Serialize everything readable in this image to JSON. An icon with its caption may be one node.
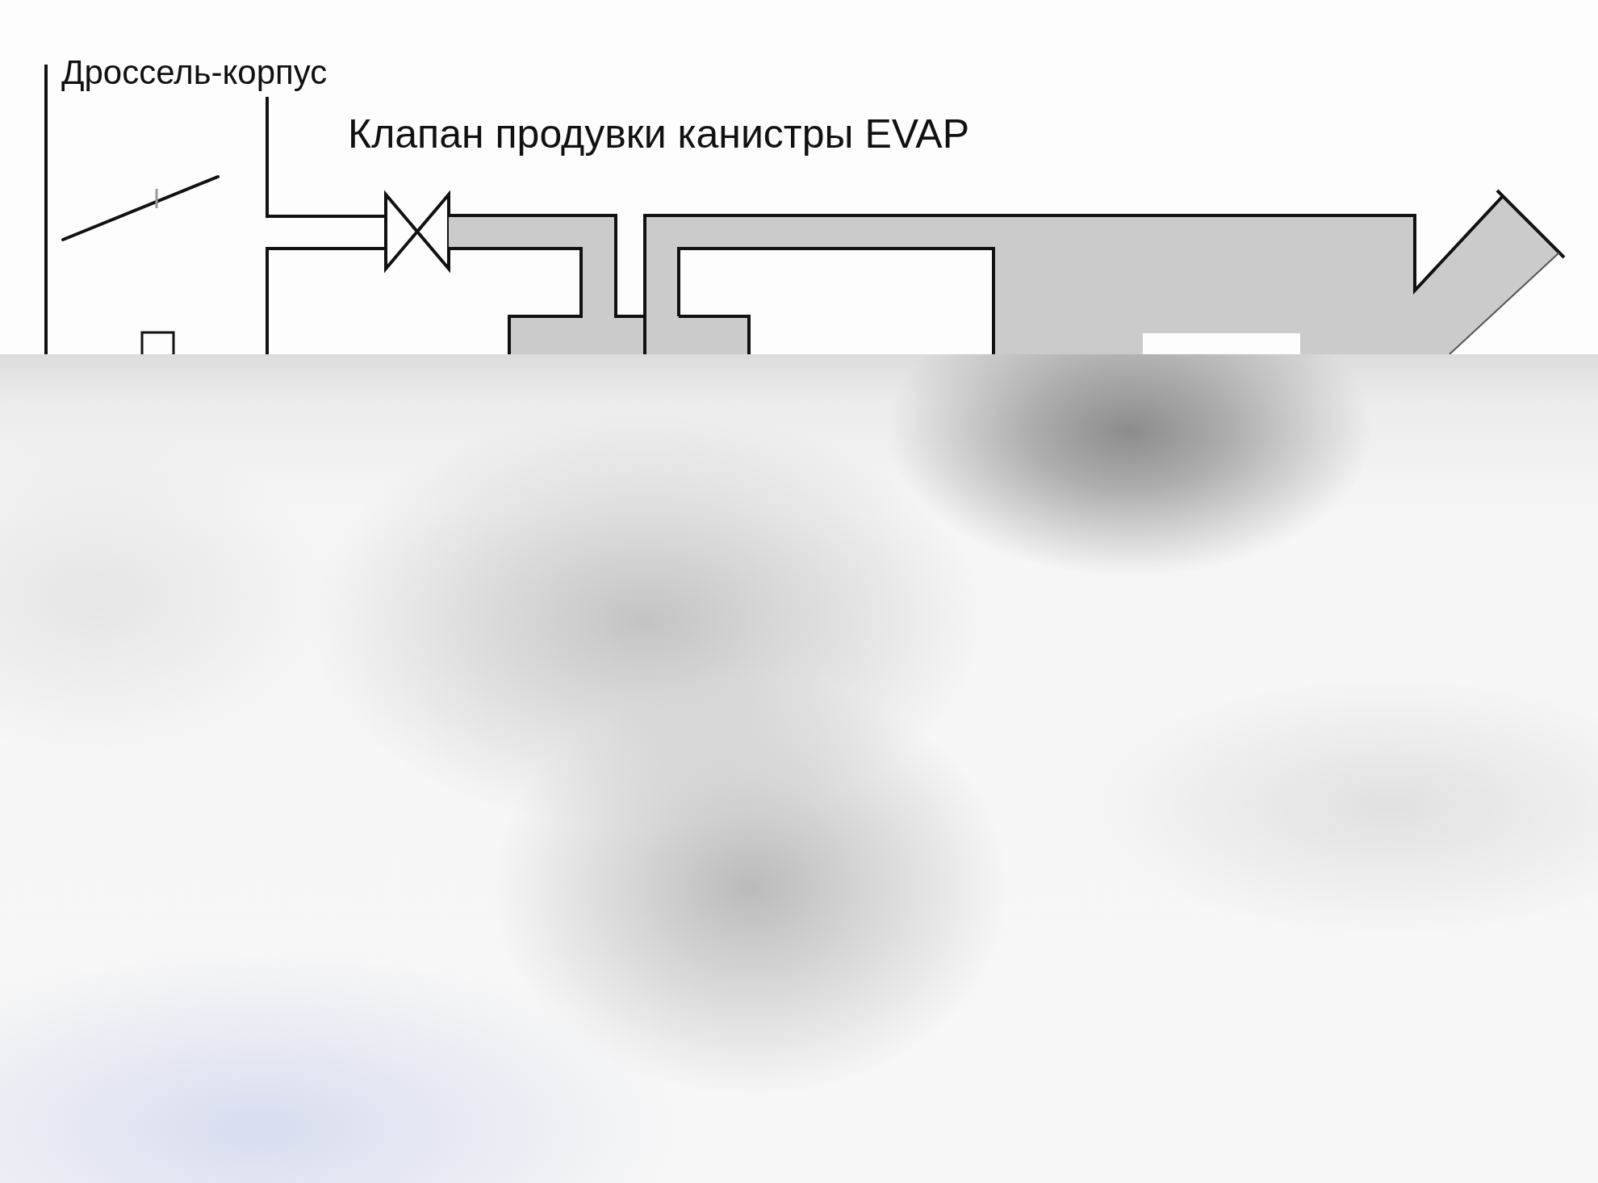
{
  "diagram": {
    "nodes": [
      {
        "text": [],
        "shape": "valve"
      }
    ],
    "labels": [
      "Дроссель-корпус",
      "Клапан продувки канистры EVAP"
    ]
  }
}
